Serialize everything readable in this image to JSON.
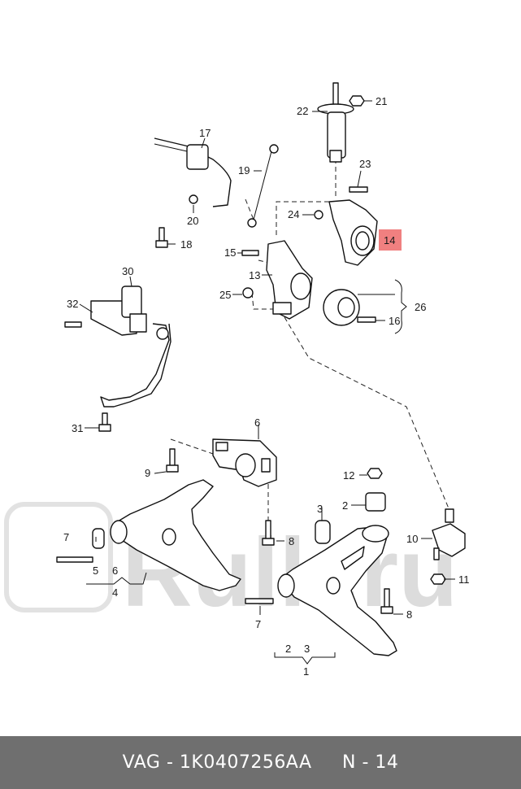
{
  "watermark": {
    "text": "Rulk.ru"
  },
  "callouts": {
    "c21": "21",
    "c22": "22",
    "c17": "17",
    "c19": "19",
    "c23": "23",
    "c24": "24",
    "c20": "20",
    "c18": "18",
    "c14": "14",
    "c15": "15",
    "c13": "13",
    "c25": "25",
    "c26": "26",
    "c16": "16",
    "c30": "30",
    "c32": "32",
    "c31": "31",
    "c6a": "6",
    "c9": "9",
    "c12": "12",
    "c2a": "2",
    "c3a": "3",
    "c7a": "7",
    "c5": "5",
    "c6b": "6",
    "c4": "4",
    "c8a": "8",
    "c10": "10",
    "c11": "11",
    "c7b": "7",
    "c8b": "8",
    "c2b": "2",
    "c3b": "3",
    "c1": "1"
  },
  "highlight": {
    "label": "14",
    "color": "#f08080"
  },
  "footer": {
    "brand": "VAG",
    "sep": " - ",
    "part_number": "1K0407256AA",
    "ref": "N - 14"
  }
}
